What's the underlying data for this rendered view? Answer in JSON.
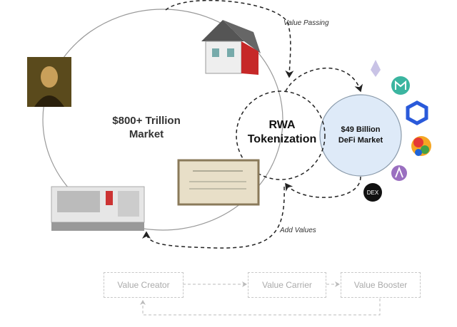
{
  "main_circle": {
    "line1": "$800+ Trillion",
    "line2": "Market"
  },
  "rwa": {
    "line1": "RWA",
    "line2": "Tokenization"
  },
  "defi": {
    "line1": "$49 Billion",
    "line2": "DeFi Market",
    "fill": "#deeaf8"
  },
  "labels": {
    "value_passing": "Value Passing",
    "add_values": "Add Values"
  },
  "flow": {
    "creator": "Value Creator",
    "carrier": "Value Carrier",
    "booster": "Value Booster"
  },
  "dex_label": "DEX",
  "icons": [
    "ethereum-icon",
    "maker-icon",
    "chainlink-icon",
    "curve-icon",
    "aave-icon",
    "dex-icon"
  ]
}
